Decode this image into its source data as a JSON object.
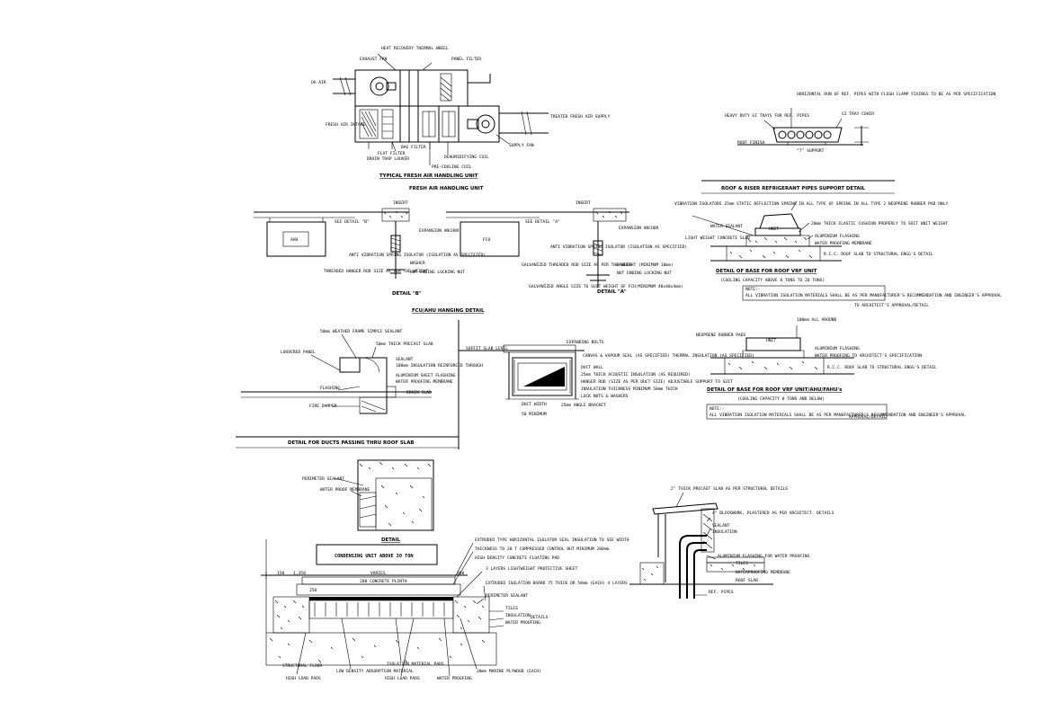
{
  "ahu": {
    "label_heat_recovery": "HEAT RECOVERY THERMAL WHEEL",
    "label_exhaust_fan": "EXHAUST FAN",
    "label_panel_filter": "PANEL FILTER",
    "label_oa_air": "OA AIR",
    "label_fresh_air": "FRESH AIR INTAKE",
    "label_treated_fresh": "TREATED FRESH AIR SUPPLY",
    "label_flat_filter": "FLAT FILTER",
    "label_bag_filter": "BAG FILTER",
    "label_supply_fan": "SUPPLY FAN",
    "label_drain": "DRAIN TRAP LOUVER",
    "label_precooling": "PRE-COOLING COIL",
    "label_dehumid": "DEHUMIDIFYING COIL",
    "title": "TYPICAL FRESH AIR HANDLING UNIT",
    "subtitle": "FRESH AIR HANDLING UNIT"
  },
  "hanging": {
    "insert": "INSERT",
    "detail_b_ref": "SEE DETAIL \"B\"",
    "detail_a_ref": "SEE DETAIL \"A\"",
    "ahu_label": "AHU",
    "fcu_label": "FCU",
    "expansion_anchor": "EXPANSION ANCHOR",
    "anti_vibration": "ANTI VIBRATION SPRING ISOLATOR (ISOLATION AS SPECIFIED)",
    "threaded_rod": "THREADED HANGER ROD SIZE AS PER THE WEIGHT",
    "washer": "WASHER",
    "nut": "NUT ENDING LOCKING NUT",
    "galv_rod": "GALVANIZED THREADED ROD SIZE AS PER THE WEIGHT (MINIMUM 10mm)",
    "galv_angle": "GALVANIZED ANGLE SIZE TO SUIT WEIGHT OF FCU(MINIMUM 40x40x4mm)",
    "detail_b": "DETAIL \"B\"",
    "detail_a": "DETAIL \"A\"",
    "title": "FCU/AHU HANGING DETAIL"
  },
  "pipe_support": {
    "horizontal_run": "HORIZONTAL RUN OF REF. PIPES WITH FLUSH CLAMP FIXINGS TO BE AS PER SPECIFICATION",
    "hd_trays": "HEAVY DUTY GI TRAYS FOR REF. PIPES",
    "tray_cover": "GI TRAY COVER",
    "roof_finish": "ROOF FINISH",
    "support": "\"T\" SUPPORT",
    "title": "ROOF & RISER REFRIGERANT PIPES SUPPORT DETAIL"
  },
  "vrf_base": {
    "vibration_isolators": "VIBRATION ISOLATORS 25mm STATIC DEFLECTION SPRING IN ALL TYPE OF SPRING IN ALL TYPE 2 NEOPRENE RUBBER PAD ONLY",
    "unit": "UNIT",
    "thick_elastic": "20mm THICK ELASTIC CUSHION PROPERLY TO SUIT UNIT WEIGHT",
    "water_sealant": "WATER SEALANT",
    "aluminium_flashing": "ALUMINIUM FLASHING",
    "light_weight": "LIGHT WEIGHT CONCRETE SLAB",
    "water_proofing": "WATER PROOFING MEMBRANE",
    "rcc": "R.C.C. ROOF SLAB TO STRUCTURAL ENGG'S DETAIL",
    "title_above": "DETAIL OF BASE FOR ROOF VRF UNIT",
    "capacity_above": "(COOLING CAPACITY ABOVE 8 TONS TO 20 TONS)",
    "note_head": "NOTE:-",
    "note_above": "ALL VIBRATION ISOLATION MATERIALS SHALL BE AS PER MANUFACTURER'S RECOMMENDATION AND ENGINEER'S APPROVAL",
    "approval_above": "TO ARCHITECT'S APPROVAL/DETAIL",
    "mm_around": "100mm ALL AROUND",
    "neoprene": "NEOPRENE RUBBER PADS",
    "unit2": "UNIT",
    "aluminium2": "ALUMINIUM FLASHING",
    "water_proofing2": "WATER PROOFING TO ARCHITECT'S SPECIFICATION",
    "rcc2": "R.C.C. ROOF SLAB TO STRUCTURAL ENGG'S DETAIL",
    "title_below": "DETAIL OF BASE FOR ROOF VRF UNIT/AHU/FAHU's",
    "capacity_below": "(COOLING CAPACITY 8 TONS AND BELOW)",
    "note_below": "ALL VIBRATION ISOLATION MATERIALS SHALL BE AS PER MANUFACTURER'S RECOMMENDATION AND ENGINEER'S APPROVAL",
    "approval_below": "APPROVAL/DETAIL"
  },
  "duct_roof": {
    "louvers": "LOUVERED PANEL",
    "weather_frame": "50mm WEATHER FRAME SIMPLE SEALANT",
    "thick_precast": "50mm THICK PRECAST SLAB",
    "sealant": "SEALANT",
    "insulation": "100mm INSULATION REINFORCED THROUGH",
    "aluminium": "ALUMINIUM SHEET FLASHING",
    "water_proofing": "WATER PROOFING MEMBRANE",
    "flashing": "FLASHING",
    "fire_damper": "FIRE DAMPER",
    "drain_slab": "DRAIN SLAB",
    "title": "DETAIL FOR DUCTS PASSING THRU ROOF SLAB"
  },
  "duct_box": {
    "soffit": "SOFFIT SLAB LEVEL",
    "expanding_bolts": "EXPANDING BOLTS",
    "canvas": "CANVAS & VAPOUR SEAL (AS SPECIFIED) THERMAL INSULATION (AS SPECIFIED)",
    "duct_wall": "DUCT WALL",
    "acoustic": "25mm THICK ACOUSTIC INSULATION (AS REQUIRED)",
    "hangers": "HANGER ROD (SIZE AS PER DUCT SIZE) ADJUSTABLE SUPPORT TO SUIT",
    "insulation_thickness": "INSULATION THICKNESS MINIMUM 50mm THICK",
    "lock_nuts": "LOCK NUTS & WASHERS",
    "width_label": "DUCT WIDTH",
    "angle_bracket": "25mm ANGLE BRACKET",
    "min_label": "50 MINIMUM"
  },
  "condensing": {
    "perimeter_sealant": "PERIMETER SEALANT",
    "water_proof": "WATER PROOF MEMBRANE",
    "detail_label": "DETAIL",
    "unit_title": "CONDENSING UNIT ABOVE 20 TON",
    "varies": "VARIES",
    "concrete_plinth": "200 CONCRETE PLINTH",
    "extruded": "EXTRUDED TYPE HORIZONTAL ISOLATOR SEAL INSULATION TO SEE WIDTH",
    "thickness_20": "THICKNESS TO 20 T COMPRESSED CONTROL BUT MINIMUM 200mm",
    "high_density": "HIGH DENSITY CONCRETE FLOATING PAD",
    "layers_lightweight": "3 LAYERS LIGHTWEIGHT PROTECTIVE SHEET",
    "extruded_board": "EXTRUDED ISOLATION BOARD 75 THICK OR 50mm (EACH) 4 LAYERS",
    "perimeter_sealant2": "PERIMETER SEALANT",
    "tiles": "TILES",
    "insulation": "INSULATION",
    "water_proofing": "WATER PROOFING",
    "details": "DETAILS",
    "structural_floor": "STRUCTURAL FLOOR",
    "isolation_material": "ISOLATION MATERIAL PADS",
    "low_density": "LOW DENSITY ABSORPTION MATERIAL",
    "high_load_pads": "HIGH LOAD PADS",
    "high_load_pads2": "HIGH LOAD PADS",
    "water_proofing2": "WATER PROOFING",
    "marine_plywood": "20mm MARINE PLYWOOD (EACH)",
    "dim_1": "1,350",
    "dim_2": "150",
    "dim_3": "250",
    "dim_4": "300"
  },
  "precast": {
    "slab": "2\" THICK PRECAST SLAB AS PER STRUCTURAL DETAILS",
    "blockwork": "4\" BLOCKWORK, PLASTERED AS PER ARCHITECT. DETAILS",
    "sealant": "SEALANT",
    "insulation": "INSULATION",
    "aluminium": "ALUMINIUM FLASHING FOR WATER PROOFING",
    "tiles": "TILES",
    "waterproofing": "WATERPROOFING MEMBRANE",
    "roof_slab": "ROOF SLAB",
    "ref_pipes": "REF. PIPES"
  }
}
